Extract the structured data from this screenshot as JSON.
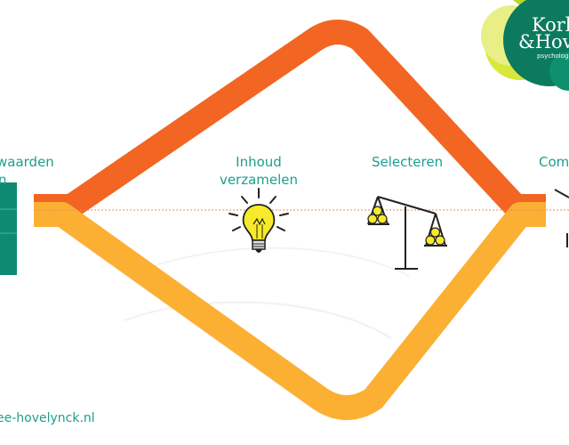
{
  "labels": {
    "left_line1": "waarden",
    "left_line2": "n",
    "inhoud_line1": "Inhoud",
    "inhoud_line2": "verzamelen",
    "selecteren": "Selecteren",
    "right_partial": "Com"
  },
  "footer": {
    "url": "ee-hovelynck.nl"
  },
  "logo": {
    "line1": "Korbe",
    "line2": "&Hove",
    "subtitle": "psychologe"
  },
  "icons": {
    "lightbulb": "lightbulb-icon",
    "scale": "balance-scale-icon",
    "logo": "company-logo"
  },
  "colors": {
    "teal": "#1e9e8f",
    "orange": "#f26522",
    "yellow": "#fbb034",
    "dark_green": "#0b7a5e",
    "lime": "#d8e83a"
  }
}
